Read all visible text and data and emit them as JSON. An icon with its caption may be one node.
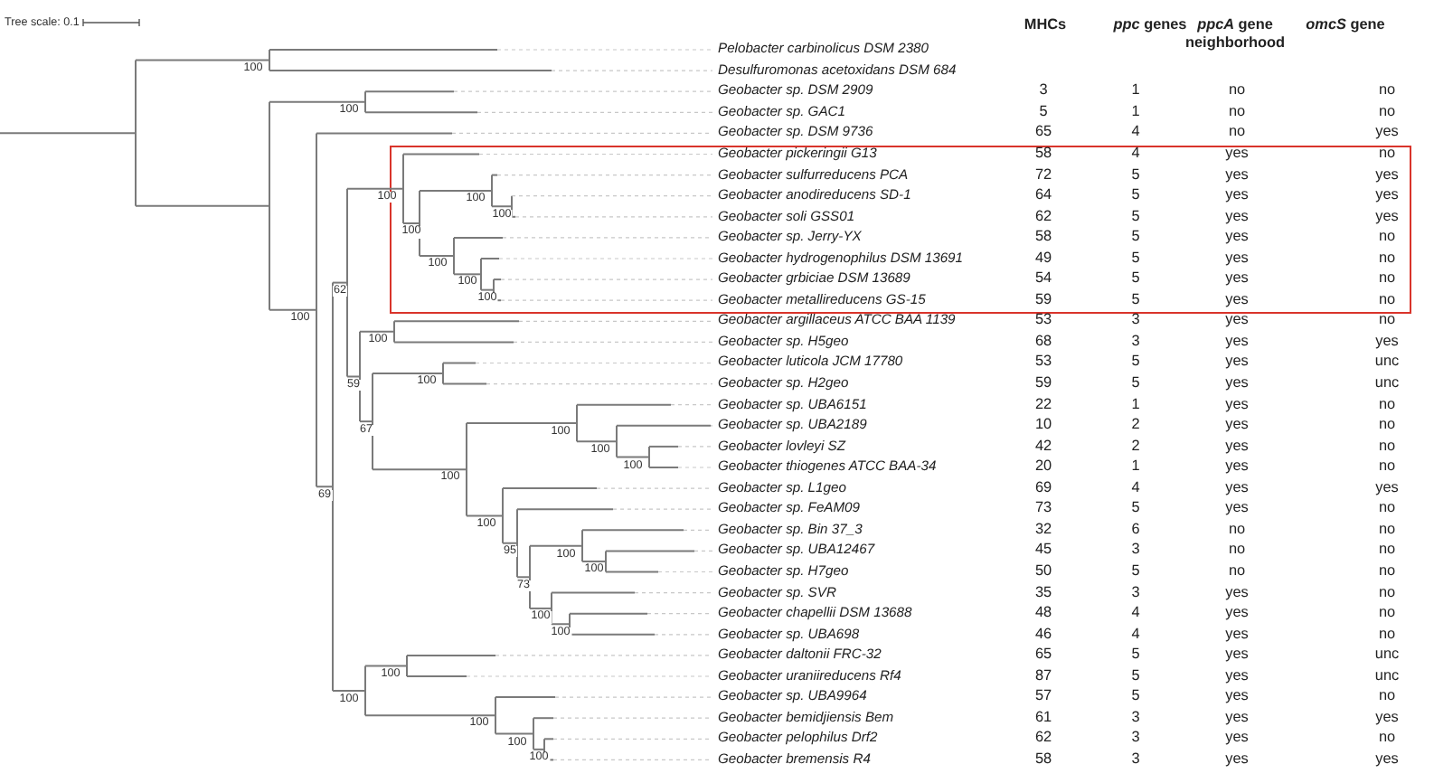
{
  "diagram": {
    "labels": [
      "Tree scale: 0.1",
      "MHCs",
      "*ppc* genes",
      "*ppcA* gene neighborhood",
      "*omcS* gene",
      "Pelobacter carbinolicus DSM 2380",
      "Desulfuromonas acetoxidans DSM 684",
      "Geobacter sp. DSM 2909",
      "3",
      "1",
      "no",
      "no",
      "Geobacter sp. GAC1",
      "5",
      "1",
      "no",
      "no",
      "Geobacter sp. DSM 9736",
      "65",
      "4",
      "no",
      "yes",
      "Geobacter pickeringii G13",
      "58",
      "4",
      "yes",
      "no",
      "Geobacter sulfurreducens PCA",
      "72",
      "5",
      "yes",
      "yes",
      "Geobacter anodireducens SD-1",
      "64",
      "5",
      "yes",
      "yes",
      "Geobacter soli GSS01",
      "62",
      "5",
      "yes",
      "yes",
      "Geobacter sp. Jerry-YX",
      "58",
      "5",
      "yes",
      "no",
      "Geobacter hydrogenophilus DSM 13691",
      "49",
      "5",
      "yes",
      "no",
      "Geobacter grbiciae DSM 13689",
      "54",
      "5",
      "yes",
      "no",
      "Geobacter metallireducens GS-15",
      "59",
      "5",
      "yes",
      "no",
      "Geobacter argillaceus ATCC BAA 1139",
      "53",
      "3",
      "yes",
      "no",
      "Geobacter sp. H5geo",
      "68",
      "3",
      "yes",
      "yes",
      "Geobacter luticola JCM 17780",
      "53",
      "5",
      "yes",
      "unc",
      "Geobacter sp. H2geo",
      "59",
      "5",
      "yes",
      "unc",
      "Geobacter sp. UBA6151",
      "22",
      "1",
      "yes",
      "no",
      "Geobacter sp. UBA2189",
      "10",
      "2",
      "yes",
      "no",
      "Geobacter lovleyi SZ",
      "42",
      "2",
      "yes",
      "no",
      "Geobacter thiogenes ATCC BAA-34",
      "20",
      "1",
      "yes",
      "no",
      "Geobacter sp. L1geo",
      "69",
      "4",
      "yes",
      "yes",
      "Geobacter sp. FeAM09",
      "73",
      "5",
      "yes",
      "no",
      "Geobacter sp. Bin 37_3",
      "32",
      "6",
      "no",
      "no",
      "Geobacter sp. UBA12467",
      "45",
      "3",
      "no",
      "no",
      "Geobacter sp. H7geo",
      "50",
      "5",
      "no",
      "no",
      "Geobacter sp. SVR",
      "35",
      "3",
      "yes",
      "no",
      "Geobacter chapellii DSM 13688",
      "48",
      "4",
      "yes",
      "no",
      "Geobacter sp. UBA698",
      "46",
      "4",
      "yes",
      "no",
      "Geobacter daltonii FRC-32",
      "65",
      "5",
      "yes",
      "unc",
      "Geobacter uraniireducens Rf4",
      "87",
      "5",
      "yes",
      "unc",
      "Geobacter sp. UBA9964",
      "57",
      "5",
      "yes",
      "no",
      "Geobacter bemidjiensis Bem",
      "61",
      "3",
      "yes",
      "yes",
      "Geobacter pelophilus Drf2",
      "62",
      "3",
      "yes",
      "no",
      "Geobacter bremensis R4",
      "58",
      "3",
      "yes",
      "yes",
      "100",
      "100",
      "100",
      "69",
      "62",
      "100",
      "100",
      "100",
      "100",
      "100",
      "100",
      "100",
      "59",
      "100",
      "67",
      "100",
      "100",
      "100",
      "100",
      "100",
      "100",
      "95",
      "73",
      "100",
      "100",
      "100",
      "100",
      "100",
      "100",
      "100",
      "100",
      "100"
    ]
  }
}
